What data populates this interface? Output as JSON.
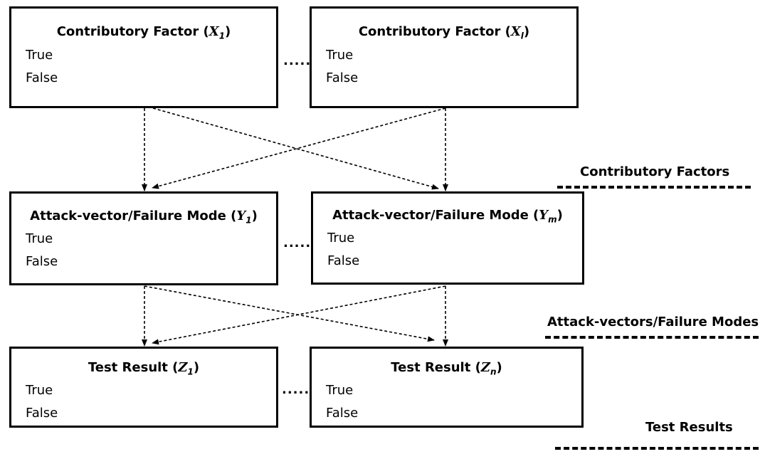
{
  "nodes": {
    "x1": {
      "label": "Contributory Factor (",
      "var": "X",
      "sub": "1",
      "close": ")",
      "true": "True",
      "false": "False"
    },
    "xl": {
      "label": "Contributory Factor (",
      "var": "X",
      "sub": "l",
      "close": ")",
      "true": "True",
      "false": "False"
    },
    "y1": {
      "label": "Attack-vector/Failure Mode (",
      "var": "Y",
      "sub": "1",
      "close": ")",
      "true": "True",
      "false": "False"
    },
    "ym": {
      "label": "Attack-vector/Failure Mode (",
      "var": "Y",
      "sub": "m",
      "close": ")",
      "true": "True",
      "false": "False"
    },
    "z1": {
      "label": "Test Result (",
      "var": "Z",
      "sub": "1",
      "close": ")",
      "true": "True",
      "false": "False"
    },
    "zn": {
      "label": "Test Result (",
      "var": "Z",
      "sub": "n",
      "close": ")",
      "true": "True",
      "false": "False"
    }
  },
  "ellipsis": ".....",
  "layers": {
    "contributory": "Contributory Factors",
    "attack": "Attack-vectors/Failure Modes",
    "test": "Test Results"
  },
  "colors": {
    "stroke": "#000000",
    "background": "#ffffff"
  }
}
